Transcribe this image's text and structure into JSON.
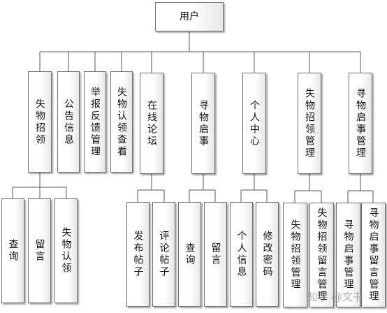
{
  "diagram": {
    "root": {
      "id": "root",
      "label": "用户"
    },
    "level1": [
      {
        "id": "lost-claim",
        "label": "失物招领",
        "children": [
          {
            "id": "lc-query",
            "label": "查询"
          },
          {
            "id": "lc-message",
            "label": "留言"
          },
          {
            "id": "lc-claim",
            "label": "失物认领"
          }
        ]
      },
      {
        "id": "notice",
        "label": "公告信息"
      },
      {
        "id": "report",
        "label": "举报反馈管理"
      },
      {
        "id": "claim-view",
        "label": "失物认领查看"
      },
      {
        "id": "forum",
        "label": "在线论坛",
        "children": [
          {
            "id": "forum-post",
            "label": "发布帖子"
          },
          {
            "id": "forum-comment",
            "label": "评论帖子"
          }
        ]
      },
      {
        "id": "found-notice",
        "label": "寻物启事",
        "children": [
          {
            "id": "fn-query",
            "label": "查询"
          },
          {
            "id": "fn-message",
            "label": "留言"
          }
        ]
      },
      {
        "id": "personal",
        "label": "个人中心",
        "children": [
          {
            "id": "pc-info",
            "label": "个人信息"
          },
          {
            "id": "pc-password",
            "label": "修改密码"
          }
        ]
      },
      {
        "id": "lost-manage",
        "label": "失物招领管理",
        "children": [
          {
            "id": "lm-manage",
            "label": "失物招领管理"
          },
          {
            "id": "lm-message",
            "label": "失物招领留言管理"
          }
        ]
      },
      {
        "id": "found-manage",
        "label": "寻物启事管理",
        "children": [
          {
            "id": "fm-manage",
            "label": "寻物启事管理"
          },
          {
            "id": "fm-message",
            "label": "寻物启事留言管理"
          }
        ]
      }
    ]
  },
  "watermark": "知乎 @文书"
}
